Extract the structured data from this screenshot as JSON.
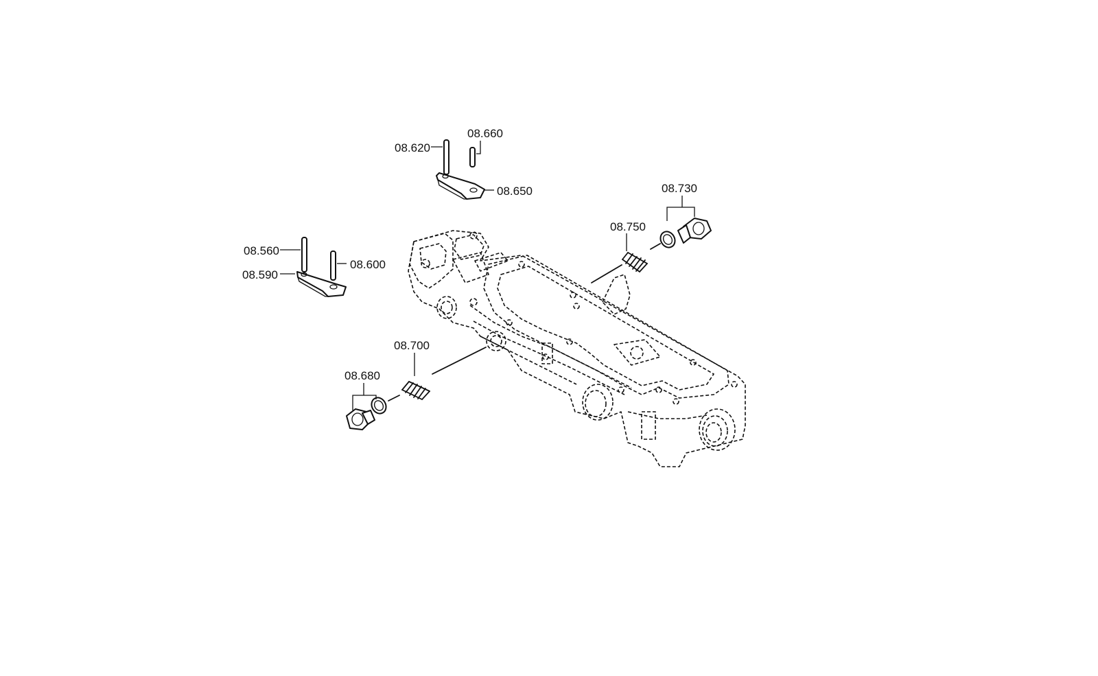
{
  "labels": {
    "p08560": "08.560",
    "p08590": "08.590",
    "p08600": "08.600",
    "p08620": "08.620",
    "p08650": "08.650",
    "p08660": "08.660",
    "p08680": "08.680",
    "p08700": "08.700",
    "p08730": "08.730",
    "p08750": "08.750"
  },
  "colors": {
    "line": "#111111",
    "background": "#ffffff"
  }
}
